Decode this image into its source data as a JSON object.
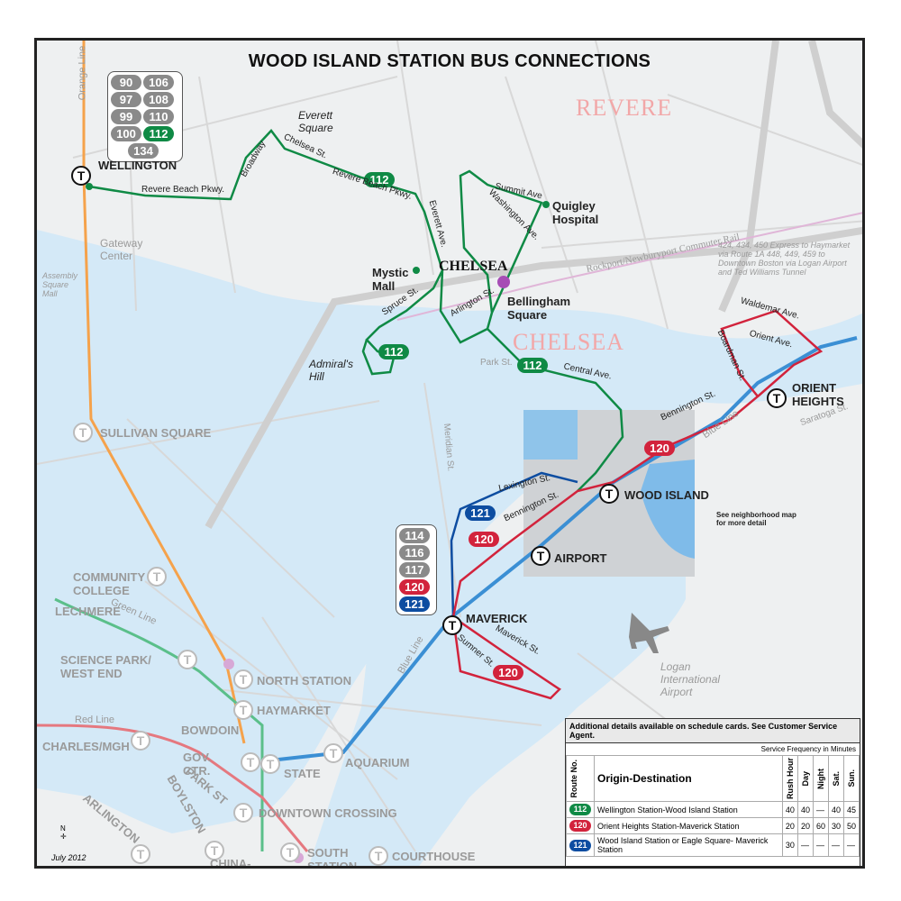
{
  "title": "WOOD ISLAND STATION BUS CONNECTIONS",
  "colors": {
    "route_112": "#0f8a45",
    "route_120": "#d2233c",
    "route_121": "#0d4da1",
    "water": "#d4e9f7",
    "blue_line": "#3b8fd4",
    "orange_line": "#f5a24b",
    "green_line": "#5bbf8a",
    "red_line": "#e5787f"
  },
  "wellington_routes": [
    "90",
    "106",
    "97",
    "108",
    "99",
    "110",
    "100",
    "112",
    "134"
  ],
  "maverick_routes": [
    "114",
    "116",
    "117",
    "120",
    "121"
  ],
  "stations": {
    "wellington": "WELLINGTON",
    "wood_island": "WOOD ISLAND",
    "airport": "AIRPORT",
    "maverick": "MAVERICK",
    "orient_heights": "ORIENT HEIGHTS",
    "sullivan": "SULLIVAN SQUARE",
    "community_college": "COMMUNITY COLLEGE",
    "lechmere": "LECHMERE",
    "science_park": "SCIENCE PARK/ WEST END",
    "north_station": "NORTH STATION",
    "haymarket": "HAYMARKET",
    "bowdoin": "BOWDOIN",
    "charles": "CHARLES/MGH",
    "gov_ctr": "GOV. CTR.",
    "state": "STATE",
    "aquarium": "AQUARIUM",
    "downtown_crossing": "DOWNTOWN CROSSING",
    "park_st": "PARK ST",
    "boylston": "BOYLSTON",
    "arlington": "ARLINGTON",
    "chinatown": "CHINA- TOWN",
    "south_station": "SOUTH STATION",
    "courthouse": "COURTHOUSE"
  },
  "places": {
    "revere": "REVERE",
    "chelsea": "CHELSEA",
    "chelsea_water": "CHELSEA",
    "everett_square": "Everett Square",
    "quigley": "Quigley Hospital",
    "mystic_mall": "Mystic Mall",
    "bellingham": "Bellingham Square",
    "admirals_hill": "Admiral's Hill",
    "gateway": "Gateway Center",
    "logan": "Logan International Airport",
    "assembly": "Assembly Square Mall"
  },
  "streets": {
    "revere_beach_pkwy": "Revere Beach Pkwy.",
    "revere_beach_pkwy2": "Revere Beach Pkwy.",
    "broadway": "Broadway",
    "chelsea_st": "Chelsea St.",
    "everett_ave": "Everett Ave.",
    "washington_ave": "Washington Ave.",
    "summit_ave": "Summit Ave",
    "spruce_st": "Spruce St.",
    "arlington_st": "Arlington St.",
    "central_ave": "Central Ave.",
    "bennington_st": "Bennington St.",
    "bennington_st2": "Bennington St.",
    "lexington_st": "Lexington St.",
    "boardman_st": "Boardman St.",
    "waldemar_ave": "Waldemar Ave.",
    "orient_ave": "Orient Ave.",
    "maverick_st": "Maverick St.",
    "sumner_st": "Sumner St.",
    "meridian_st": "Meridian St.",
    "park_st": "Park St.",
    "saratoga_st": "Saratoga St.",
    "blue_line": "Blue Line",
    "blue_line2": "Blue Line",
    "orange_line": "Orange Line",
    "green_line": "Green Line",
    "red_line": "Red Line",
    "commuter_rail": "Rockport/Newburyport Commuter Rail"
  },
  "route_labels": {
    "r112a": "112",
    "r112b": "112",
    "r112c": "112",
    "r120a": "120",
    "r120b": "120",
    "r120c": "120",
    "r121": "121"
  },
  "notes": {
    "neighborhood": "See neighborhood map for more detail",
    "express": "424, 434, 450 Express to Haymarket via Route 1A 448, 449, 459 to Downtown Boston via Logan Airport and Ted Williams Tunnel"
  },
  "legend": {
    "note": "Additional details available on schedule cards. See Customer Service Agent.",
    "service_header": "Service Frequency in Minutes",
    "col_route": "Route No.",
    "col_origin": "Origin-Destination",
    "col_rush": "Rush Hour",
    "col_day": "Day",
    "col_night": "Night",
    "col_sat": "Sat.",
    "col_sun": "Sun.",
    "rows": [
      {
        "route": "112",
        "origin": "Wellington Station-Wood Island Station",
        "rush": "40",
        "day": "40",
        "night": "—",
        "sat": "40",
        "sun": "45"
      },
      {
        "route": "120",
        "origin": "Orient Heights Station-Maverick Station",
        "rush": "20",
        "day": "20",
        "night": "60",
        "sat": "30",
        "sun": "50"
      },
      {
        "route": "121",
        "origin": "Wood Island Station or Eagle Square- Maverick Station",
        "rush": "30",
        "day": "—",
        "night": "—",
        "sat": "—",
        "sun": "—"
      }
    ]
  },
  "date": "July 2012"
}
